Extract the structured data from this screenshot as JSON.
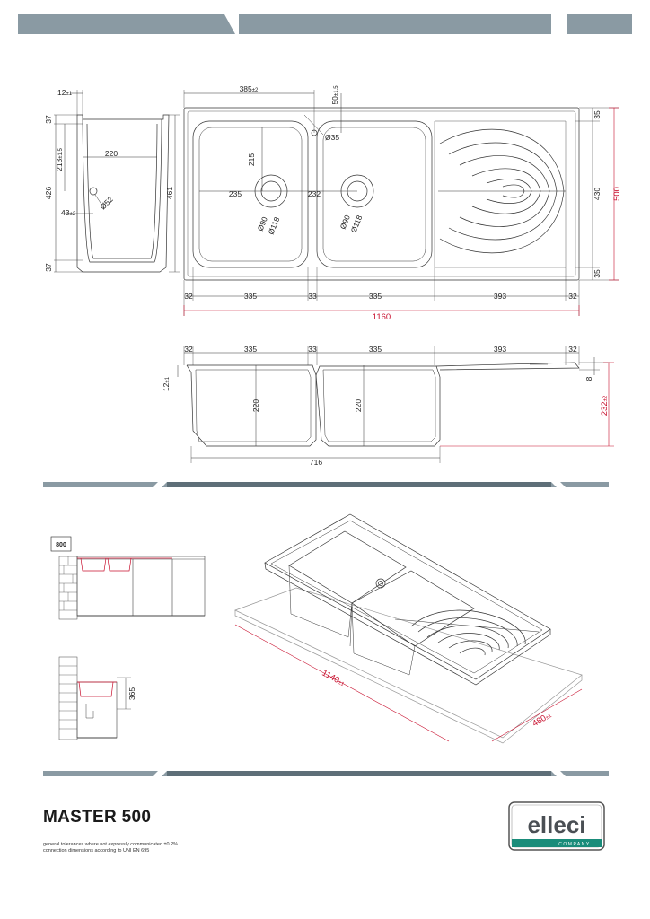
{
  "product": {
    "title": "MASTER 500"
  },
  "notes": [
    "general tolerances where not expressly communicated ±0.2%",
    "connection dimensions according to UNI EN 695"
  ],
  "brand": {
    "name": "elleci",
    "tagline": "COMPANY"
  },
  "colors": {
    "band": "#8a9aa3",
    "band_dark": "#5e6f78",
    "dimension_red": "#c8102e",
    "logo_green": "#1a8c7a"
  },
  "side_view": {
    "d_top_off": "12",
    "d_top_off_tol": "±1",
    "d_37_top": "37",
    "d_37_bot": "37",
    "d_426": "426",
    "d_461": "461",
    "d_213": "213",
    "d_213_tol": "±1.5",
    "d_220": "220",
    "d_43": "43",
    "d_43_tol": "±2",
    "d_hole": "Ø52"
  },
  "plan_view": {
    "d_385": "385",
    "d_385_tol": "±2",
    "d_50": "50",
    "d_50_tol": "±1.5",
    "d_35_hole": "Ø35",
    "d_215": "215",
    "d_235": "235",
    "d_232": "232",
    "d_90_a": "Ø90",
    "d_118_a": "Ø118",
    "d_90_b": "Ø90",
    "d_118_b": "Ø118",
    "d_35_top": "35",
    "d_35_bot": "35",
    "d_430": "430",
    "d_500": "500",
    "bottom_dims": [
      "32",
      "335",
      "33",
      "335",
      "393",
      "32"
    ],
    "d_1160": "1160"
  },
  "section_view": {
    "top_dims": [
      "32",
      "335",
      "33",
      "335",
      "393",
      "32"
    ],
    "d_12": "12",
    "d_12_tol": "±1",
    "d_220_a": "220",
    "d_220_b": "220",
    "d_8": "8",
    "d_232": "232",
    "d_232_tol": "±2",
    "d_716": "716"
  },
  "install_view": {
    "cabinet_width": "800",
    "d_365": "365"
  },
  "iso_view": {
    "d_1140": "1140",
    "d_1140_tol": "±1",
    "d_480": "480",
    "d_480_tol": "±1"
  }
}
